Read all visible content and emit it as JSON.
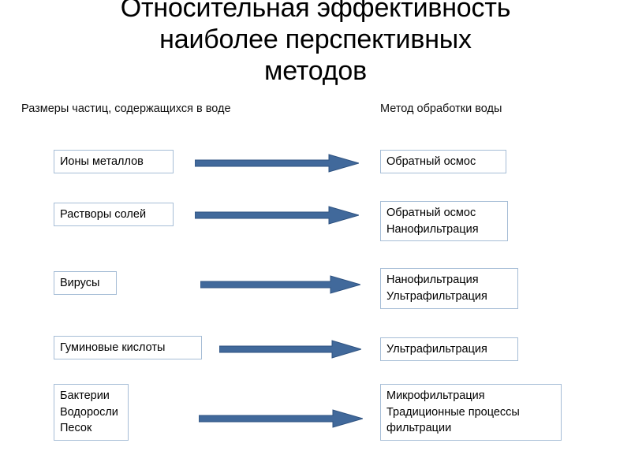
{
  "slide": {
    "title": "Относительная эффективность наиболее перспективных методов",
    "title_lines": [
      "Относительная эффективность",
      "наиболее перспективных",
      "методов"
    ],
    "background_color": "#ffffff",
    "accent_color": "#41699b",
    "box_border_color": "#a6bdd6"
  },
  "columns": {
    "left_header": "Размеры частиц, содержащихся в воде",
    "right_header": "Метод обработки воды"
  },
  "rows": [
    {
      "particle": "Ионы металлов",
      "method": "Обратный осмос",
      "arrow": "right-arrow"
    },
    {
      "particle": "Растворы солей",
      "method": "Обратный осмос Нанофильтрация",
      "arrow": "right-arrow"
    },
    {
      "particle": "Вирусы",
      "method": "Нанофильтрация Ультрафильтрация",
      "arrow": "right-arrow"
    },
    {
      "particle": "Гуминовые кислоты",
      "method": "Ультрафильтрация",
      "arrow": "right-arrow"
    },
    {
      "particle": "Бактерии Водоросли Песок",
      "method": "Микрофильтрация Традиционные процессы фильтрации",
      "arrow": "right-arrow"
    }
  ]
}
